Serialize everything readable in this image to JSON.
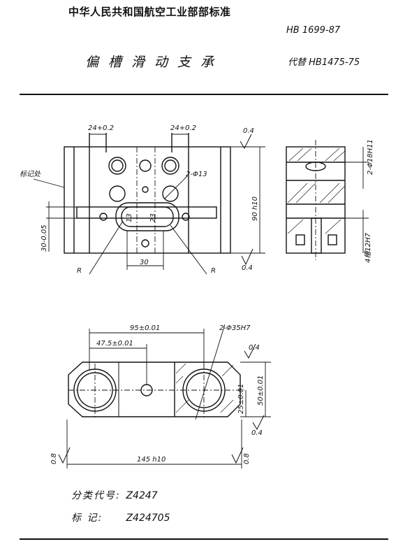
{
  "header": {
    "org": "中华人民共和国航空工业部部标准",
    "standard_no": "HB 1699-87",
    "title": "偏槽滑动支承",
    "replaces": "代替 HB1475-75"
  },
  "drawing": {
    "top_view": {
      "dim_slot_left": "24+0.2",
      "dim_slot_right": "24+0.2",
      "roughness_top": "0.4",
      "label_mark": "标记处",
      "holes": "2-Φ13",
      "dim_13": "13",
      "dim_23": "23",
      "height": "90 h10",
      "dim_30_left": "30-0.05",
      "r_left": "R",
      "r_right": "R",
      "dim_30": "30",
      "roughness_bottom": "0.4"
    },
    "side_view": {
      "holes": "2-Φ18H11",
      "slot": "4槽12H7"
    },
    "bottom_view": {
      "dim_95": "95±0.01",
      "dim_47_5": "47.5±0.01",
      "holes": "2-Φ35H7",
      "roughness_right": "0.4",
      "dim_50": "50±0.01",
      "dim_25": "25±0.01",
      "roughness_side": "0.4",
      "roughness_left": "0.8",
      "roughness_right_low": "0.8",
      "length": "145 h10"
    }
  },
  "footer": {
    "class_label": "分类代号:",
    "class_value": "Z4247",
    "mark_label": "标    记:",
    "mark_value": "Z424705"
  }
}
